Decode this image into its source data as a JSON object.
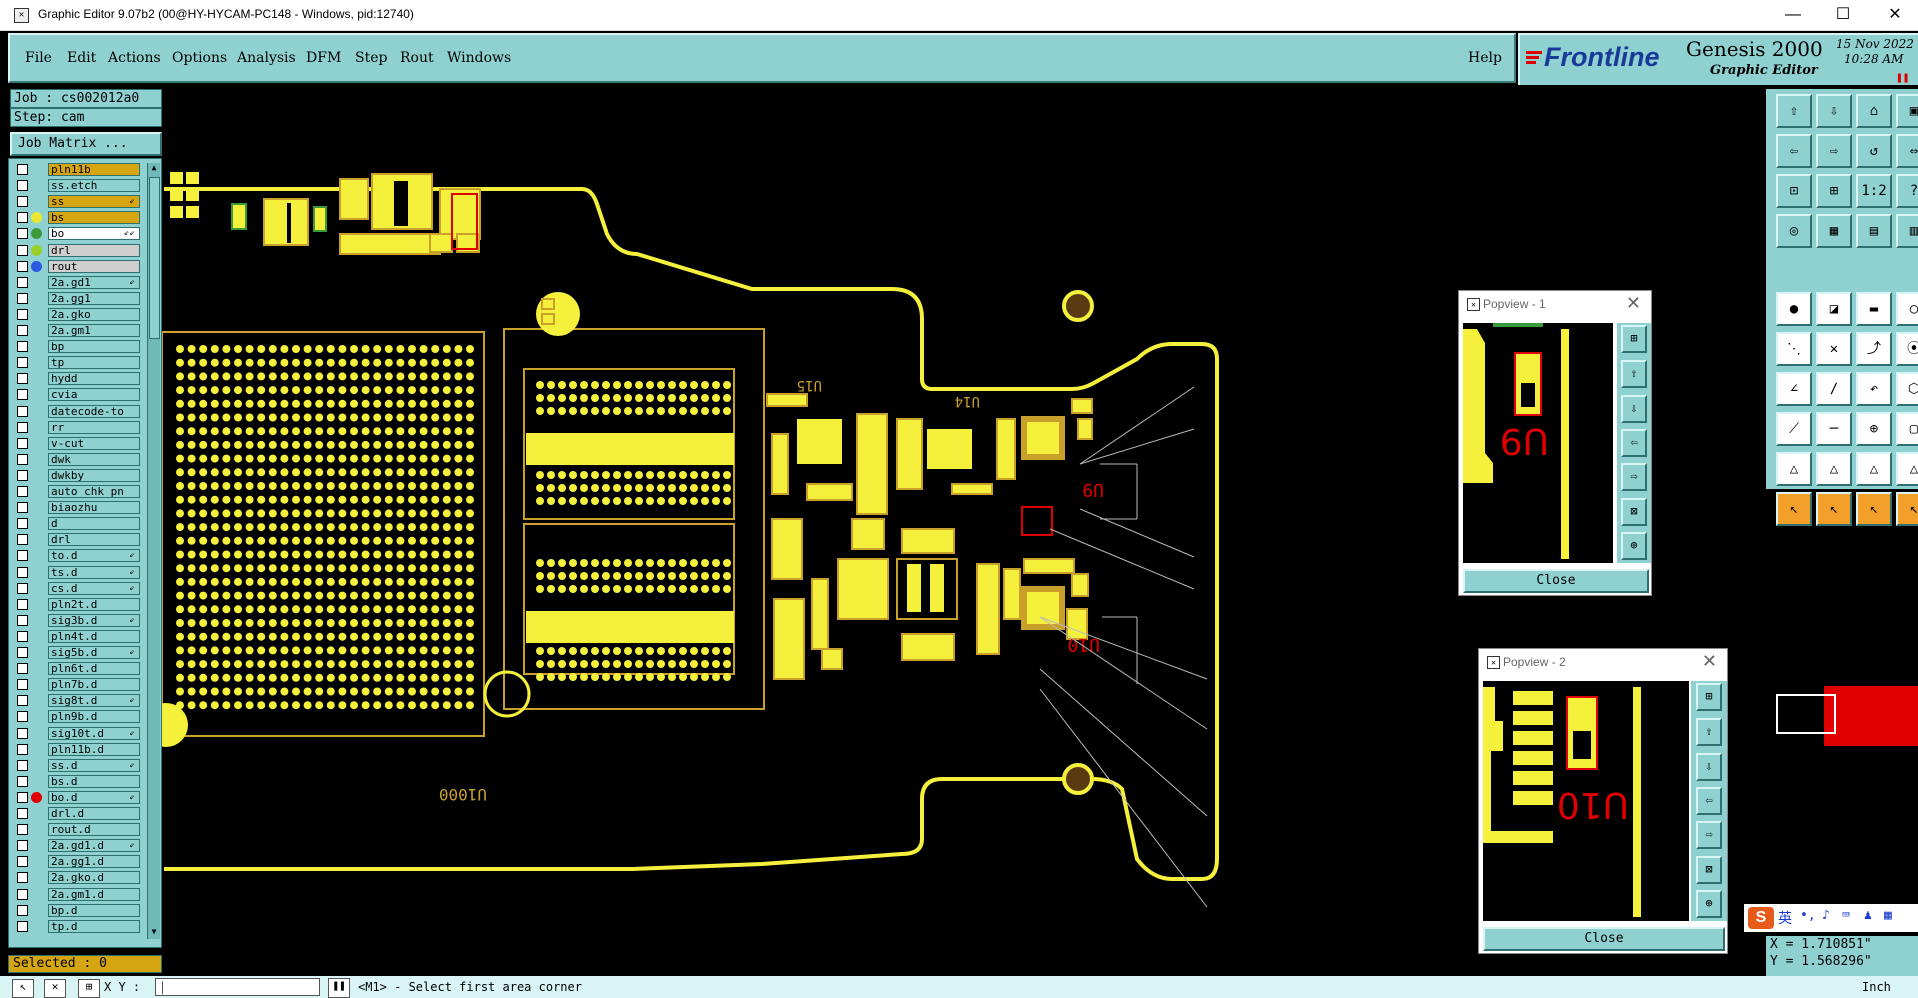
{
  "window": {
    "title": "Graphic Editor 9.07b2 (00@HY-HYCAM-PC148 - Windows, pid:12740)",
    "minimize": "—",
    "maximize": "☐",
    "close": "✕"
  },
  "menu": {
    "file": "File",
    "edit": "Edit",
    "actions": "Actions",
    "options": "Options",
    "analysis": "Analysis",
    "dfm": "DFM",
    "step": "Step",
    "rout": "Rout",
    "windows": "Windows",
    "help": "Help"
  },
  "brand": {
    "logo": "Frontline",
    "product": "Genesis 2000",
    "subtitle": "Graphic Editor",
    "date": "15 Nov 2022",
    "time": "10:28 AM"
  },
  "job": {
    "job_label": "Job : cs002012a0",
    "step_label": "Step: cam",
    "matrix_button": "Job Matrix ..."
  },
  "layers": [
    {
      "name": "pln11b",
      "style": "gold",
      "dot": ""
    },
    {
      "name": "ss.etch",
      "style": "",
      "dot": ""
    },
    {
      "name": "ss",
      "style": "gold",
      "dot": "",
      "flag": "⇙"
    },
    {
      "name": "bs",
      "style": "gold",
      "dot": "#e8e832"
    },
    {
      "name": "bo",
      "style": "white",
      "dot": "#3a9a3a",
      "flag": "⇙⇙"
    },
    {
      "name": "drl",
      "style": "grey",
      "dot": "#9ad02a"
    },
    {
      "name": "rout",
      "style": "grey",
      "dot": "#2a5adf"
    },
    {
      "name": "2a.gd1",
      "style": "",
      "dot": "",
      "flag": "⇙"
    },
    {
      "name": "2a.gg1",
      "style": "",
      "dot": ""
    },
    {
      "name": "2a.gko",
      "style": "",
      "dot": ""
    },
    {
      "name": "2a.gm1",
      "style": "",
      "dot": ""
    },
    {
      "name": "bp",
      "style": "",
      "dot": ""
    },
    {
      "name": "tp",
      "style": "",
      "dot": ""
    },
    {
      "name": "hydd",
      "style": "",
      "dot": ""
    },
    {
      "name": "cvia",
      "style": "",
      "dot": ""
    },
    {
      "name": "datecode-to",
      "style": "",
      "dot": ""
    },
    {
      "name": "rr",
      "style": "",
      "dot": ""
    },
    {
      "name": "v-cut",
      "style": "",
      "dot": ""
    },
    {
      "name": "dwk",
      "style": "",
      "dot": ""
    },
    {
      "name": "dwkby",
      "style": "",
      "dot": ""
    },
    {
      "name": "auto_chk_pn",
      "style": "",
      "dot": ""
    },
    {
      "name": "biaozhu",
      "style": "",
      "dot": ""
    },
    {
      "name": "d",
      "style": "",
      "dot": ""
    },
    {
      "name": "drl",
      "style": "",
      "dot": ""
    },
    {
      "name": "to.d",
      "style": "",
      "dot": "",
      "flag": "⇙"
    },
    {
      "name": "ts.d",
      "style": "",
      "dot": "",
      "flag": "⇙"
    },
    {
      "name": "cs.d",
      "style": "",
      "dot": "",
      "flag": "⇙"
    },
    {
      "name": "pln2t.d",
      "style": "",
      "dot": ""
    },
    {
      "name": "sig3b.d",
      "style": "",
      "dot": "",
      "flag": "⇙"
    },
    {
      "name": "pln4t.d",
      "style": "",
      "dot": ""
    },
    {
      "name": "sig5b.d",
      "style": "",
      "dot": "",
      "flag": "⇙"
    },
    {
      "name": "pln6t.d",
      "style": "",
      "dot": ""
    },
    {
      "name": "pln7b.d",
      "style": "",
      "dot": ""
    },
    {
      "name": "sig8t.d",
      "style": "",
      "dot": "",
      "flag": "⇙"
    },
    {
      "name": "pln9b.d",
      "style": "",
      "dot": ""
    },
    {
      "name": "sig10t.d",
      "style": "",
      "dot": "",
      "flag": "⇙"
    },
    {
      "name": "pln11b.d",
      "style": "",
      "dot": ""
    },
    {
      "name": "ss.d",
      "style": "",
      "dot": "",
      "flag": "⇙"
    },
    {
      "name": "bs.d",
      "style": "",
      "dot": ""
    },
    {
      "name": "bo.d",
      "style": "",
      "dot": "#e00000",
      "flag": "⇙"
    },
    {
      "name": "drl.d",
      "style": "",
      "dot": ""
    },
    {
      "name": "rout.d",
      "style": "",
      "dot": ""
    },
    {
      "name": "2a.gd1.d",
      "style": "",
      "dot": "",
      "flag": "⇙"
    },
    {
      "name": "2a.gg1.d",
      "style": "",
      "dot": ""
    },
    {
      "name": "2a.gko.d",
      "style": "",
      "dot": ""
    },
    {
      "name": "2a.gm1.d",
      "style": "",
      "dot": ""
    },
    {
      "name": "bp.d",
      "style": "",
      "dot": ""
    },
    {
      "name": "tp.d",
      "style": "",
      "dot": ""
    }
  ],
  "selected_label": "Selected : 0",
  "board_labels": {
    "u1000": "U1000",
    "u9": "U9",
    "u10": "U10",
    "u14": "U14",
    "u15": "U15"
  },
  "popview1": {
    "title": "Popview - 1",
    "label": "U9",
    "close": "Close"
  },
  "popview2": {
    "title": "Popview - 2",
    "label": "U10",
    "close": "Close"
  },
  "coords": {
    "x": "X = 1.710851\"",
    "y": "Y = 1.568296\""
  },
  "ime": {
    "lang": "英"
  },
  "status": {
    "xy_label": "X Y :",
    "prompt": "<M1> - Select first area corner",
    "units": "Inch"
  },
  "colors": {
    "accent_teal": "#8fd1d1",
    "copper": "#f5f03c",
    "outline": "#c8a02a",
    "highlight_red": "#e00000"
  }
}
